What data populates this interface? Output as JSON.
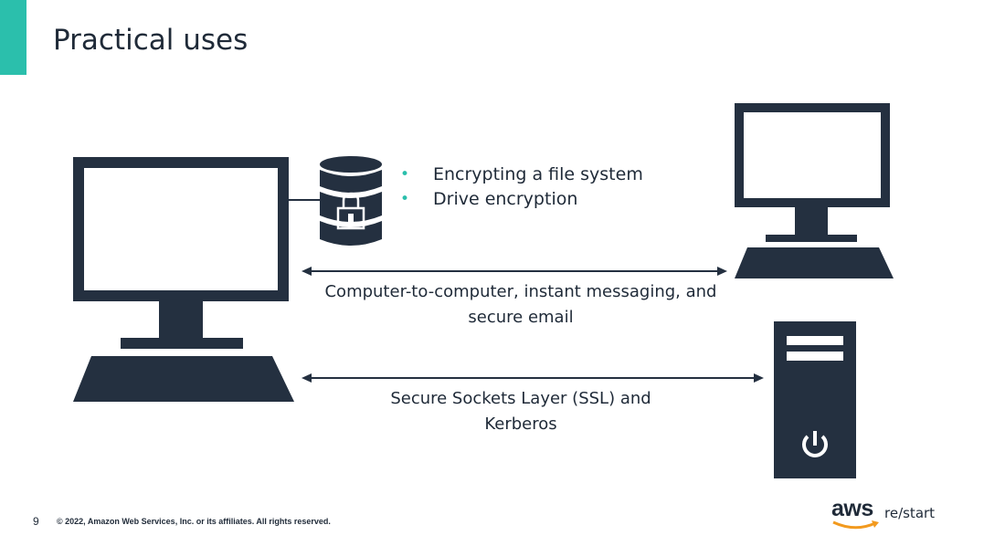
{
  "slide": {
    "title": "Practical uses",
    "page_number": "9",
    "copyright": "© 2022, Amazon Web Services, Inc. or its affiliates. All rights reserved."
  },
  "colors": {
    "accent": "#2bbfac",
    "icon_dark": "#243040",
    "text": "#1f2a38",
    "arrow": "#243040",
    "logo_smile": "#f29a1f"
  },
  "bullets": [
    "Encrypting a file system",
    "Drive encryption"
  ],
  "connections": [
    {
      "label": "Computer-to-computer, instant messaging, and secure email",
      "line1": "Computer-to-computer, instant messaging, and",
      "line2": "secure email"
    },
    {
      "label": "Secure Sockets Layer (SSL) and Kerberos",
      "line1": "Secure Sockets Layer (SSL) and",
      "line2": "Kerberos"
    }
  ],
  "logo": {
    "brand": "aws",
    "product": "re/start"
  },
  "icons": {
    "left_computer": "desktop-computer-icon",
    "right_computer": "desktop-computer-icon",
    "server": "server-tower-icon",
    "database": "encrypted-database-icon"
  }
}
